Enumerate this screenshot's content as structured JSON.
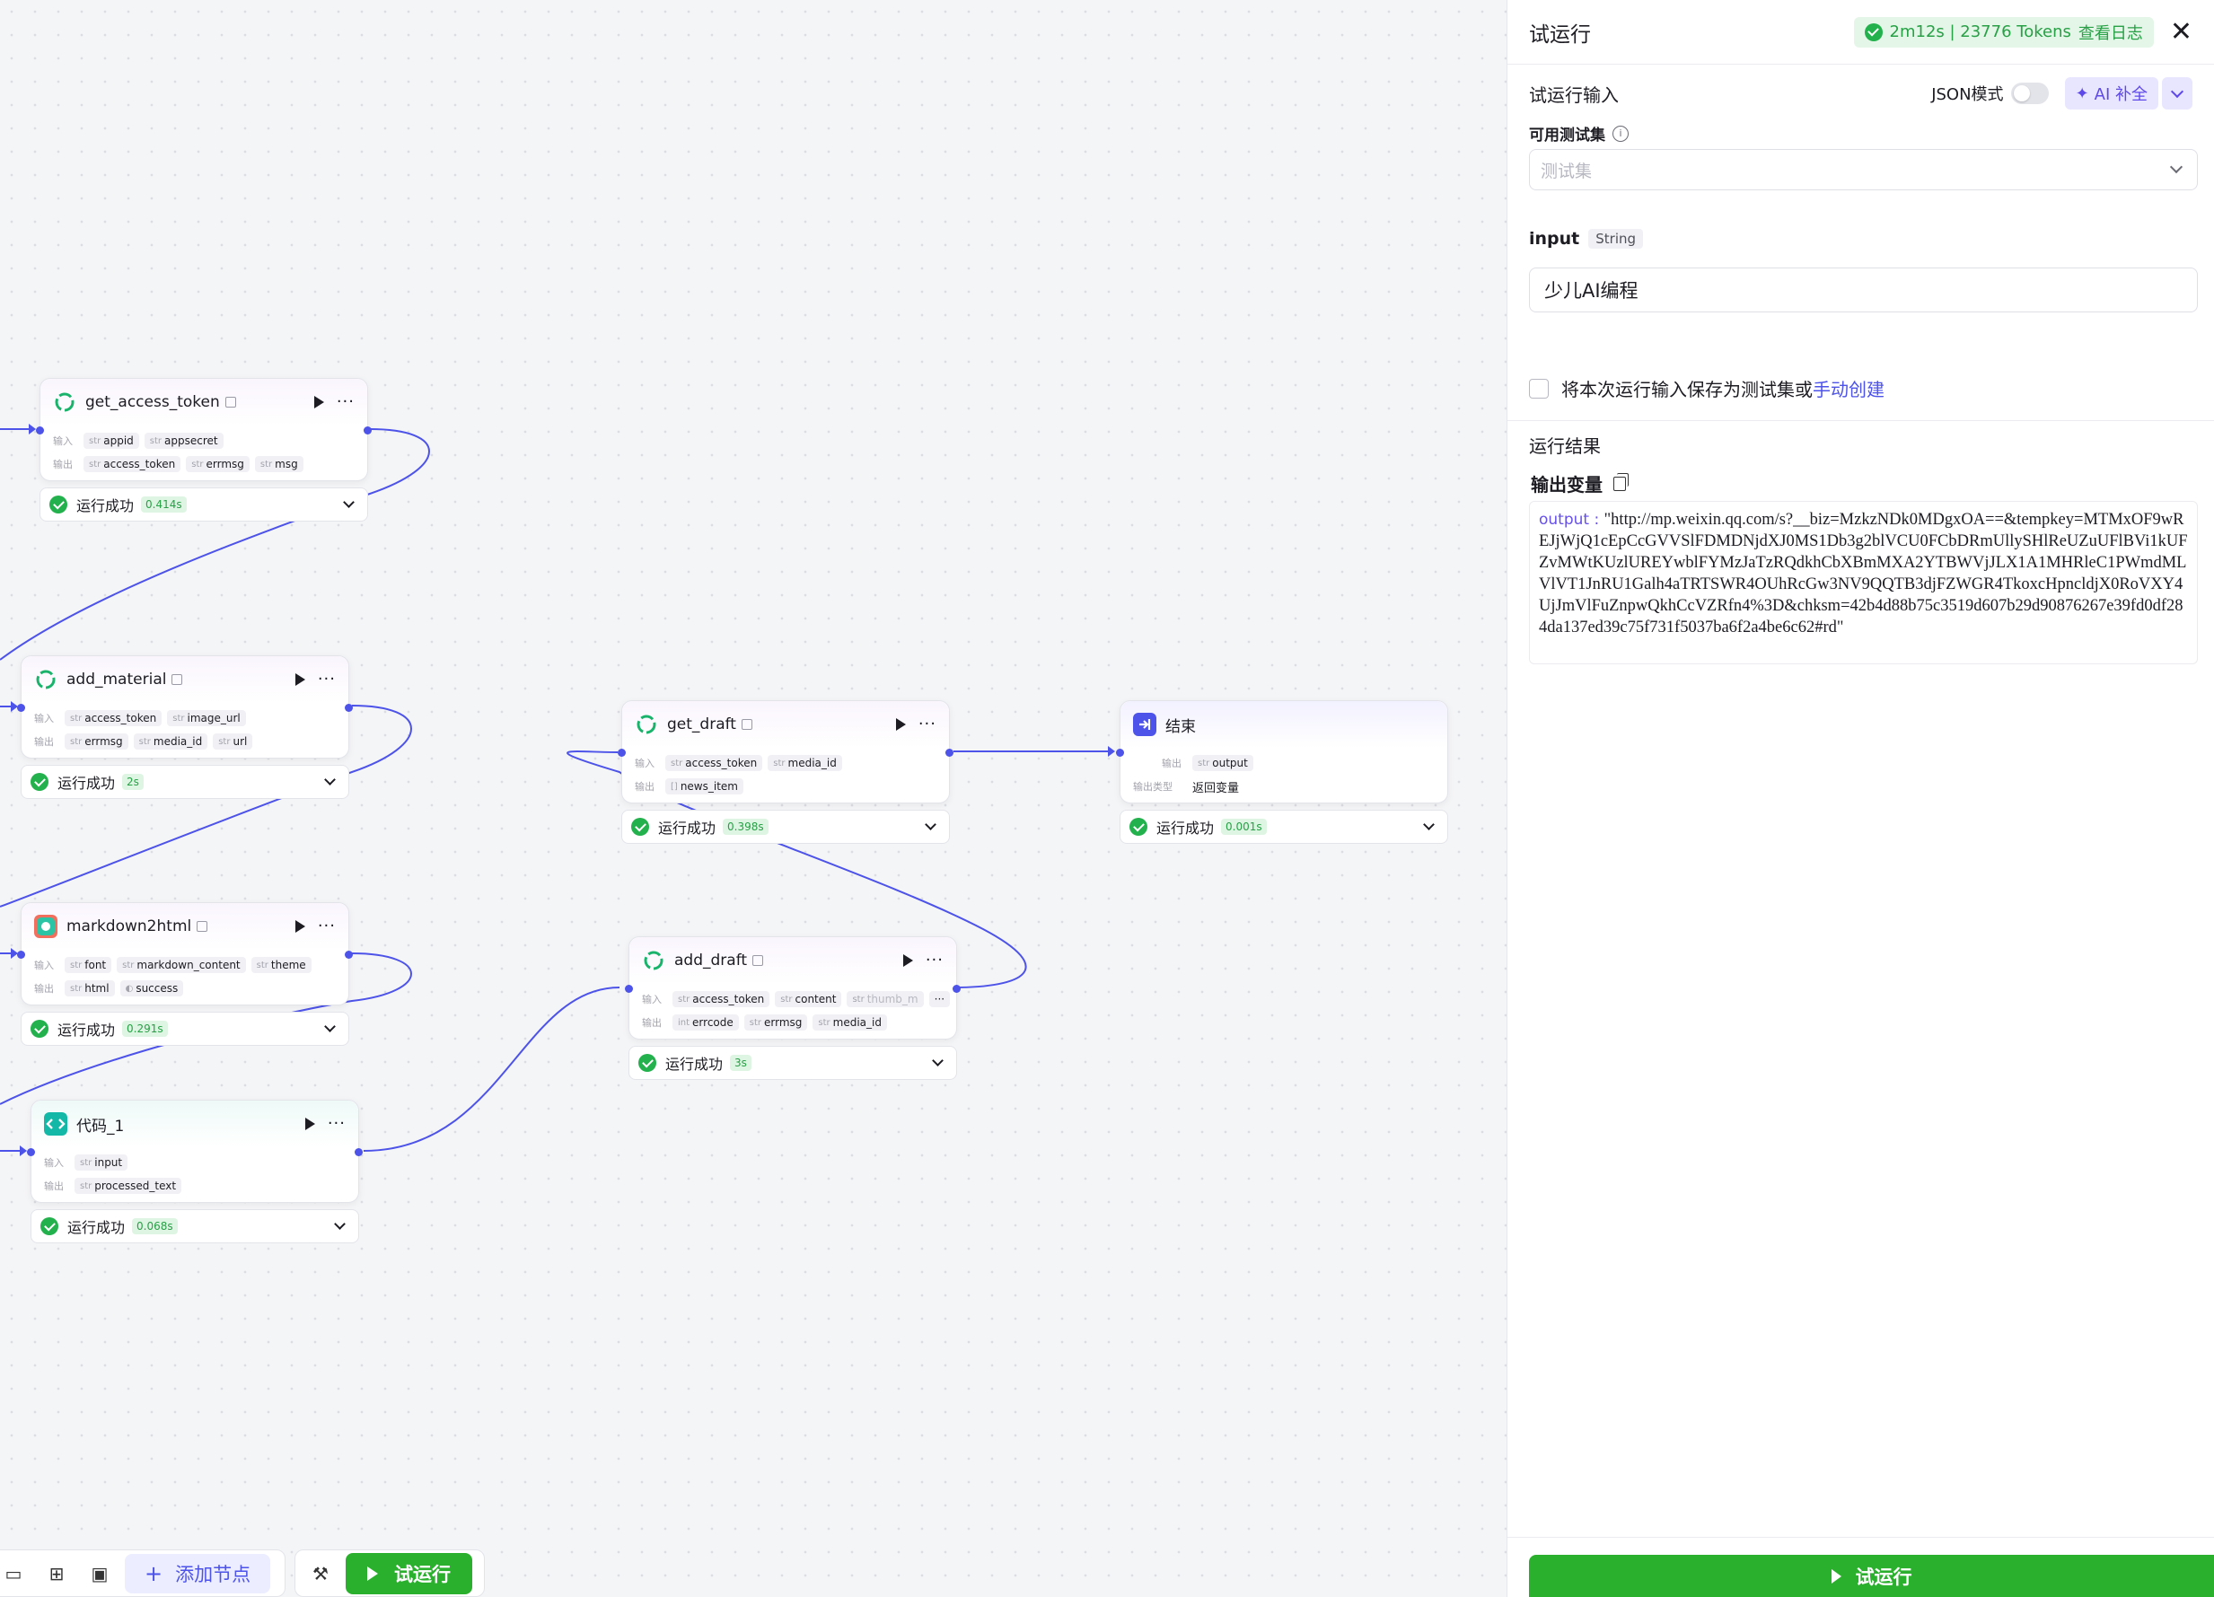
{
  "nodes": {
    "get_access_token": {
      "title": "get_access_token",
      "in_label": "输入",
      "out_label": "输出",
      "inputs": [
        "appid",
        "appsecret"
      ],
      "outputs": [
        "access_token",
        "errmsg",
        "msg"
      ],
      "status": "运行成功",
      "duration": "0.414s"
    },
    "add_material": {
      "title": "add_material",
      "in_label": "输入",
      "out_label": "输出",
      "inputs": [
        "access_token",
        "image_url"
      ],
      "outputs": [
        "errmsg",
        "media_id",
        "url"
      ],
      "status": "运行成功",
      "duration": "2s"
    },
    "markdown2html": {
      "title": "markdown2html",
      "in_label": "输入",
      "out_label": "输出",
      "inputs": [
        "font",
        "markdown_content",
        "theme"
      ],
      "outputs": [
        "html",
        "success"
      ],
      "status": "运行成功",
      "duration": "0.291s"
    },
    "code_1": {
      "title": "代码_1",
      "in_label": "输入",
      "out_label": "输出",
      "inputs": [
        "input"
      ],
      "outputs": [
        "processed_text"
      ],
      "status": "运行成功",
      "duration": "0.068s"
    },
    "get_draft": {
      "title": "get_draft",
      "in_label": "输入",
      "out_label": "输出",
      "inputs": [
        "access_token",
        "media_id"
      ],
      "outputs": [
        "news_item"
      ],
      "status": "运行成功",
      "duration": "0.398s"
    },
    "add_draft": {
      "title": "add_draft",
      "in_label": "输入",
      "out_label": "输出",
      "inputs": [
        "access_token",
        "content",
        "thumb_m"
      ],
      "outputs": [
        "errcode",
        "errmsg",
        "media_id"
      ],
      "status": "运行成功",
      "duration": "3s"
    },
    "end": {
      "title": "结束",
      "out_label": "输出",
      "out_var": "output",
      "type_label": "输出类型",
      "type_value": "返回变量",
      "status": "运行成功",
      "duration": "0.001s"
    }
  },
  "toolbar": {
    "add_node": "添加节点",
    "run": "试运行"
  },
  "panel": {
    "title": "试运行",
    "run_stat": "2m12s | 23776 Tokens",
    "view_log": "查看日志",
    "input_section": "试运行输入",
    "json_mode": "JSON模式",
    "ai_complete": "AI 补全",
    "testset_label": "可用测试集",
    "testset_placeholder": "测试集",
    "input_name": "input",
    "input_type": "String",
    "input_value": "少儿AI编程",
    "save_text": "将本次运行输入保存为测试集或",
    "save_link": "手动创建",
    "result_title": "运行结果",
    "output_vars": "输出变量",
    "output_key": "output",
    "output_value": "\"http://mp.weixin.qq.com/s?__biz=MzkzNDk0MDgxOA==&tempkey=MTMxOF9wREJjWjQ1cEpCcGVVSlFDMDNjdXJ0MS1Db3g2blVCU0FCbDRmUllySHlReUZuUFlBVi1kUFZvMWtKUzlUREYwblFYMzJaTzRQdkhCbXBmMXA2YTBWVjJLX1A1MHRleC1PWmdMLVlVT1JnRU1Galh4aTRTSWR4OUhRcGw3NV9QQTB3djFZWGR4TkoxcHpncldjX0RoVXY4UjJmVlFuZnpwQkhCcVZRfn4%3D&chksm=42b4d88b75c3519d607b29d90876267e39fd0df284da137ed39c75f731f5037ba6f2a4be6c62#rd\"",
    "run_button": "试运行"
  }
}
